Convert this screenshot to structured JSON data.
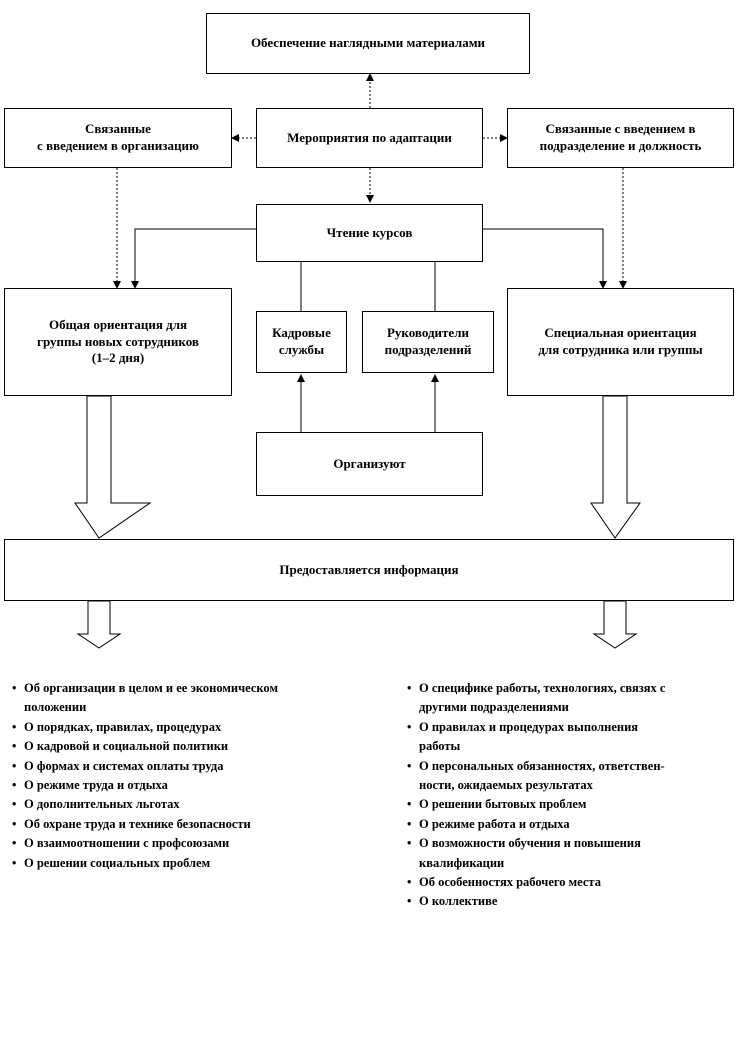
{
  "nodes": {
    "materials": "Обеспечение наглядными материалами",
    "related_org": [
      "Связанные",
      "с введением в организацию"
    ],
    "activities": "Мероприятия по адаптации",
    "related_div": [
      "Связанные с введением в",
      "подразделение и должность"
    ],
    "courses": "Чтение курсов",
    "general": [
      "Общая ориентация для",
      "группы новых сотрудников",
      "(1–2 дня)"
    ],
    "hr": [
      "Кадровые",
      "службы"
    ],
    "heads": [
      "Руководители",
      "подразделений"
    ],
    "special": [
      "Специальная ориентация",
      "для сотрудника или группы"
    ],
    "organize": "Организуют",
    "info": "Предоставляется информация"
  },
  "bullet": "•",
  "left_list": [
    [
      "Об организации в целом и ее экономическом",
      "положении"
    ],
    [
      "О порядках, правилах, процедурах"
    ],
    [
      "О кадровой и социальной политики"
    ],
    [
      "О формах и системах оплаты труда"
    ],
    [
      "О режиме труда и отдыха"
    ],
    [
      "О дополнительных льготах"
    ],
    [
      "Об охране труда и технике безопасности"
    ],
    [
      "О взаимоотношении с профсоюзами"
    ],
    [
      "О решении социальных проблем"
    ]
  ],
  "right_list": [
    [
      "О специфике работы, технологиях, связях с",
      "другими подразделениями"
    ],
    [
      "О правилах и процедурах выполнения",
      "работы"
    ],
    [
      "О персональных обязанностях, ответствен-",
      "ности, ожидаемых результатах"
    ],
    [
      "О решении бытовых проблем"
    ],
    [
      "О режиме работа и отдыха"
    ],
    [
      "О возможности обучения и повышения",
      "квалификации"
    ],
    [
      "Об особенностях рабочего места"
    ],
    [
      "О коллективе"
    ]
  ]
}
